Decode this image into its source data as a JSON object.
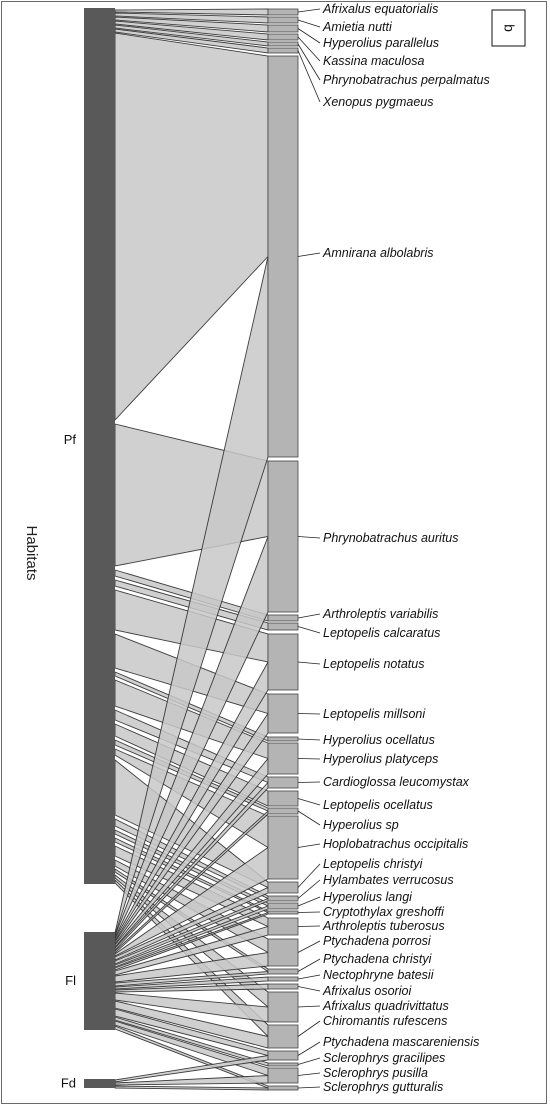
{
  "axis_label": "Habitats",
  "panel_letter": "b",
  "habitats": [
    {
      "code": "Pf"
    },
    {
      "code": "Fl"
    },
    {
      "code": "Fd"
    }
  ],
  "species": [
    "Afrixalus equatorialis",
    "Amietia nutti",
    "Hyperolius parallelus",
    "Kassina maculosa",
    "Phrynobatrachus perpalmatus",
    "Xenopus pygmaeus",
    "Amnirana albolabris",
    "Phrynobatrachus auritus",
    "Arthroleptis variabilis",
    "Leptopelis calcaratus",
    "Leptopelis notatus",
    "Leptopelis millsoni",
    "Hyperolius ocellatus",
    "Hyperolius platyceps",
    "Cardioglossa leucomystax",
    "Leptopelis ocellatus",
    "Hyperolius sp",
    "Hoplobatrachus occipitalis",
    "Leptopelis christyi",
    "Hylambates verrucosus",
    "Hyperolius langi",
    "Cryptothylax greshoffi",
    "Arthroleptis tuberosus",
    "Ptychadena porrosi",
    "Ptychadena christyi",
    "Nectophryne batesii",
    "Afrixalus osorioi",
    "Afrixalus quadrivittatus",
    "Chiromantis rufescens",
    "Ptychadena mascareniensis",
    "Sclerophrys gracilipes",
    "Sclerophrys pusilla",
    "Sclerophrys gutturalis"
  ],
  "colors": {
    "habitat_bar": "#595959",
    "species_bar": "#b4b4b4",
    "link_fill": "#c8c8c8",
    "link_stroke": "#2a2a2a"
  }
}
